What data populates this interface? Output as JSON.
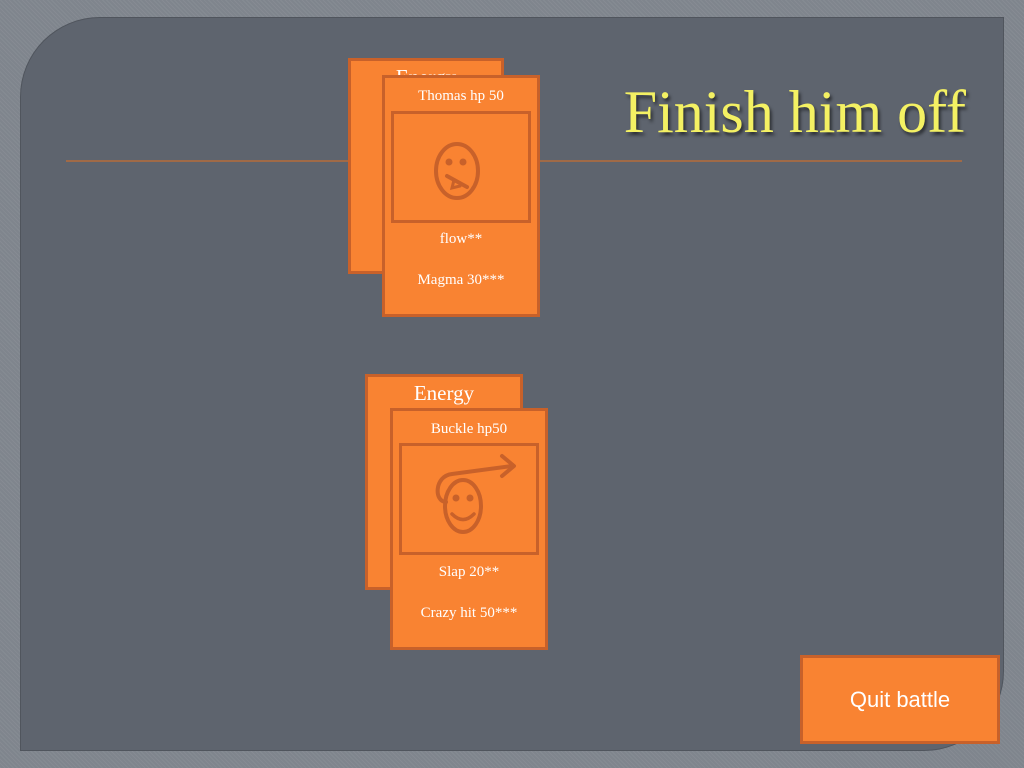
{
  "title": "Finish him off",
  "opponent": {
    "back_label": "Energy",
    "name": "Thomas hp 50",
    "attack1": "flow**",
    "attack2": "Magma 30***",
    "icon": "face-with-tongue-icon"
  },
  "player": {
    "back_label": "Energy",
    "name": "Buckle hp50",
    "attack1": "Slap  20**",
    "attack2": "Crazy hit 50***",
    "icon": "face-with-arrow-icon"
  },
  "quit_label": "Quit battle",
  "colors": {
    "card": "#f98332",
    "card_border": "#c8612a",
    "title": "#f4f163",
    "slide": "#5e646e"
  }
}
